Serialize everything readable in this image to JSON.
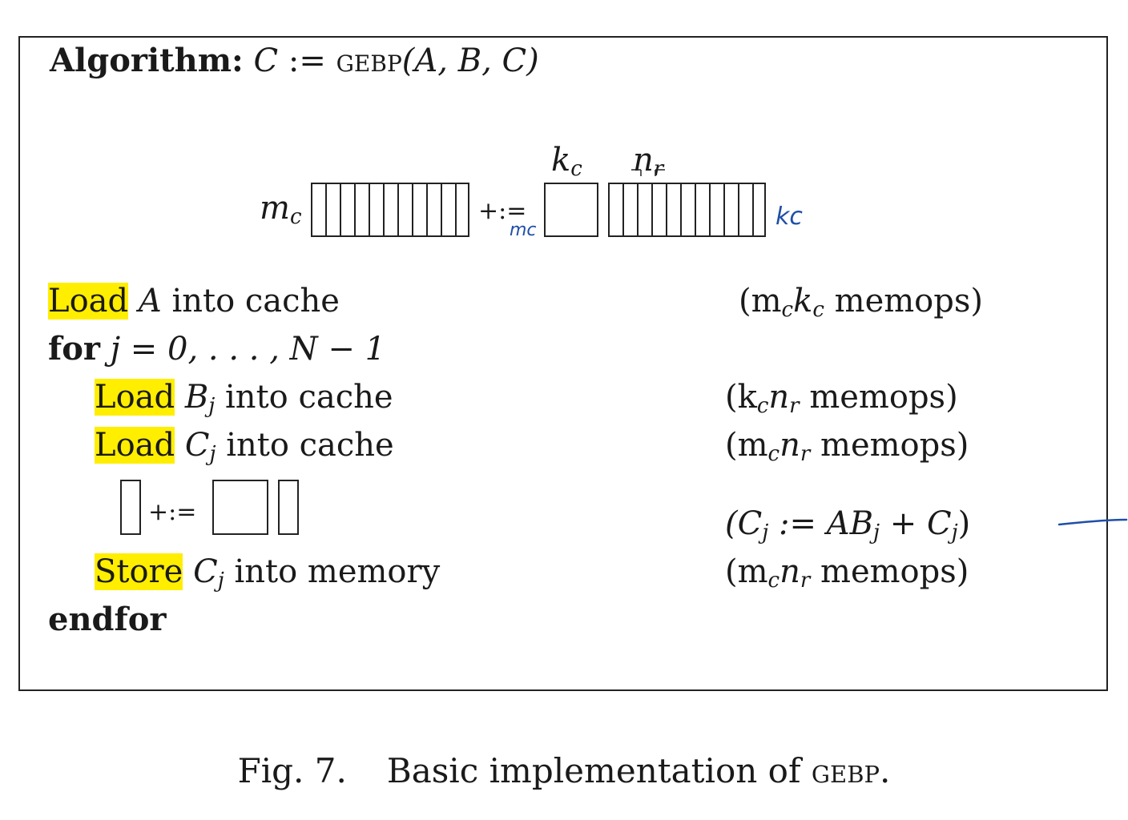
{
  "algorithm": {
    "heading_label": "Algorithm:",
    "heading_expr_lhs": "C",
    "heading_assign": ":=",
    "heading_fn": "gebp",
    "heading_args": "(A, B, C)"
  },
  "diagram": {
    "mc_label": "m",
    "mc_sub": "c",
    "op": "+:=",
    "kc_label": "k",
    "kc_sub": "c",
    "nr_label": "n",
    "nr_sub": "r",
    "handwritten_mc": "mc",
    "handwritten_kc": "kc"
  },
  "steps": [
    {
      "keyword": "Load",
      "var": "A",
      "var_sub": "",
      "text": "into cache",
      "cost": "(m",
      "cost_sub1": "c",
      "cost_mid": "k",
      "cost_sub2": "c",
      "cost_tail": " memops)"
    },
    {
      "keyword": "for",
      "loop": "j = 0, . . . , N − 1"
    },
    {
      "keyword": "Load",
      "var": "B",
      "var_sub": "j",
      "text": "into cache",
      "cost": "(k",
      "cost_sub1": "c",
      "cost_mid": "n",
      "cost_sub2": "r",
      "cost_tail": " memops)"
    },
    {
      "keyword": "Load",
      "var": "C",
      "var_sub": "j",
      "text": "into cache",
      "cost": "(m",
      "cost_sub1": "c",
      "cost_mid": "n",
      "cost_sub2": "r",
      "cost_tail": " memops)"
    },
    {
      "op": "+:=",
      "cost": "(C",
      "cost_sub1": "j",
      "cost_mid": " := AB",
      "cost_sub2": "j",
      "cost_tail": " + C",
      "cost_sub3": "j",
      "cost_end": ")"
    },
    {
      "keyword": "Store",
      "var": "C",
      "var_sub": "j",
      "text": "into memory",
      "cost": "(m",
      "cost_sub1": "c",
      "cost_mid": "n",
      "cost_sub2": "r",
      "cost_tail": " memops)"
    },
    {
      "keyword": "endfor"
    }
  ],
  "caption": {
    "label": "Fig. 7.",
    "text_before": "Basic implementation of ",
    "text_sc": "gebp",
    "text_after": "."
  },
  "colors": {
    "highlight": "#ffee00",
    "ink_handwritten": "#1f4fa8"
  }
}
